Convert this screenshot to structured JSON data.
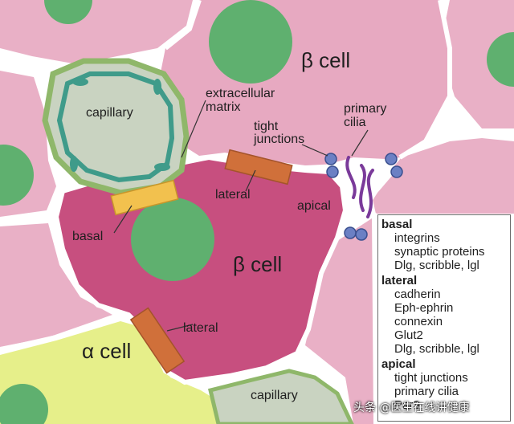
{
  "labels": {
    "beta_cell_top": "β cell",
    "beta_cell_center": "β cell",
    "alpha_cell": "α cell",
    "capillary_top": "capillary",
    "capillary_bottom": "capillary",
    "extracellular_matrix_line1": "extracellular",
    "extracellular_matrix_line2": "matrix",
    "tight_junctions_line1": "tight",
    "tight_junctions_line2": "junctions",
    "primary_cilia_line1": "primary",
    "primary_cilia_line2": "cilia",
    "lateral_upper": "lateral",
    "lateral_lower": "lateral",
    "apical": "apical",
    "basal": "basal"
  },
  "legend": {
    "groups": [
      {
        "title": "basal",
        "items": [
          "integrins",
          "synaptic proteins",
          "Dlg, scribble, lgl"
        ]
      },
      {
        "title": "lateral",
        "items": [
          "cadherin",
          "Eph-ephrin",
          "connexin",
          "Glut2",
          "Dlg, scribble, lgl"
        ]
      },
      {
        "title": "apical",
        "items": [
          "tight junctions",
          "primary cilia",
          "Par3"
        ]
      }
    ]
  },
  "watermark": "头条 @医生在线讲健康",
  "colors": {
    "beta_cell": "#c74f7f",
    "neighbor_cell": "#e9b0c6",
    "alpha_cell": "#e6ef8a",
    "nucleus": "#5fb06f",
    "capillary": "#c9d3c1",
    "endothelium": "#3f9b8a",
    "ecm": "#8fb76a",
    "membrane": "#ffffff",
    "basal_marker": "#f2c14e",
    "lateral_marker": "#d0703a",
    "junction": "#6b80c4",
    "cilia": "#7a3a9a"
  }
}
